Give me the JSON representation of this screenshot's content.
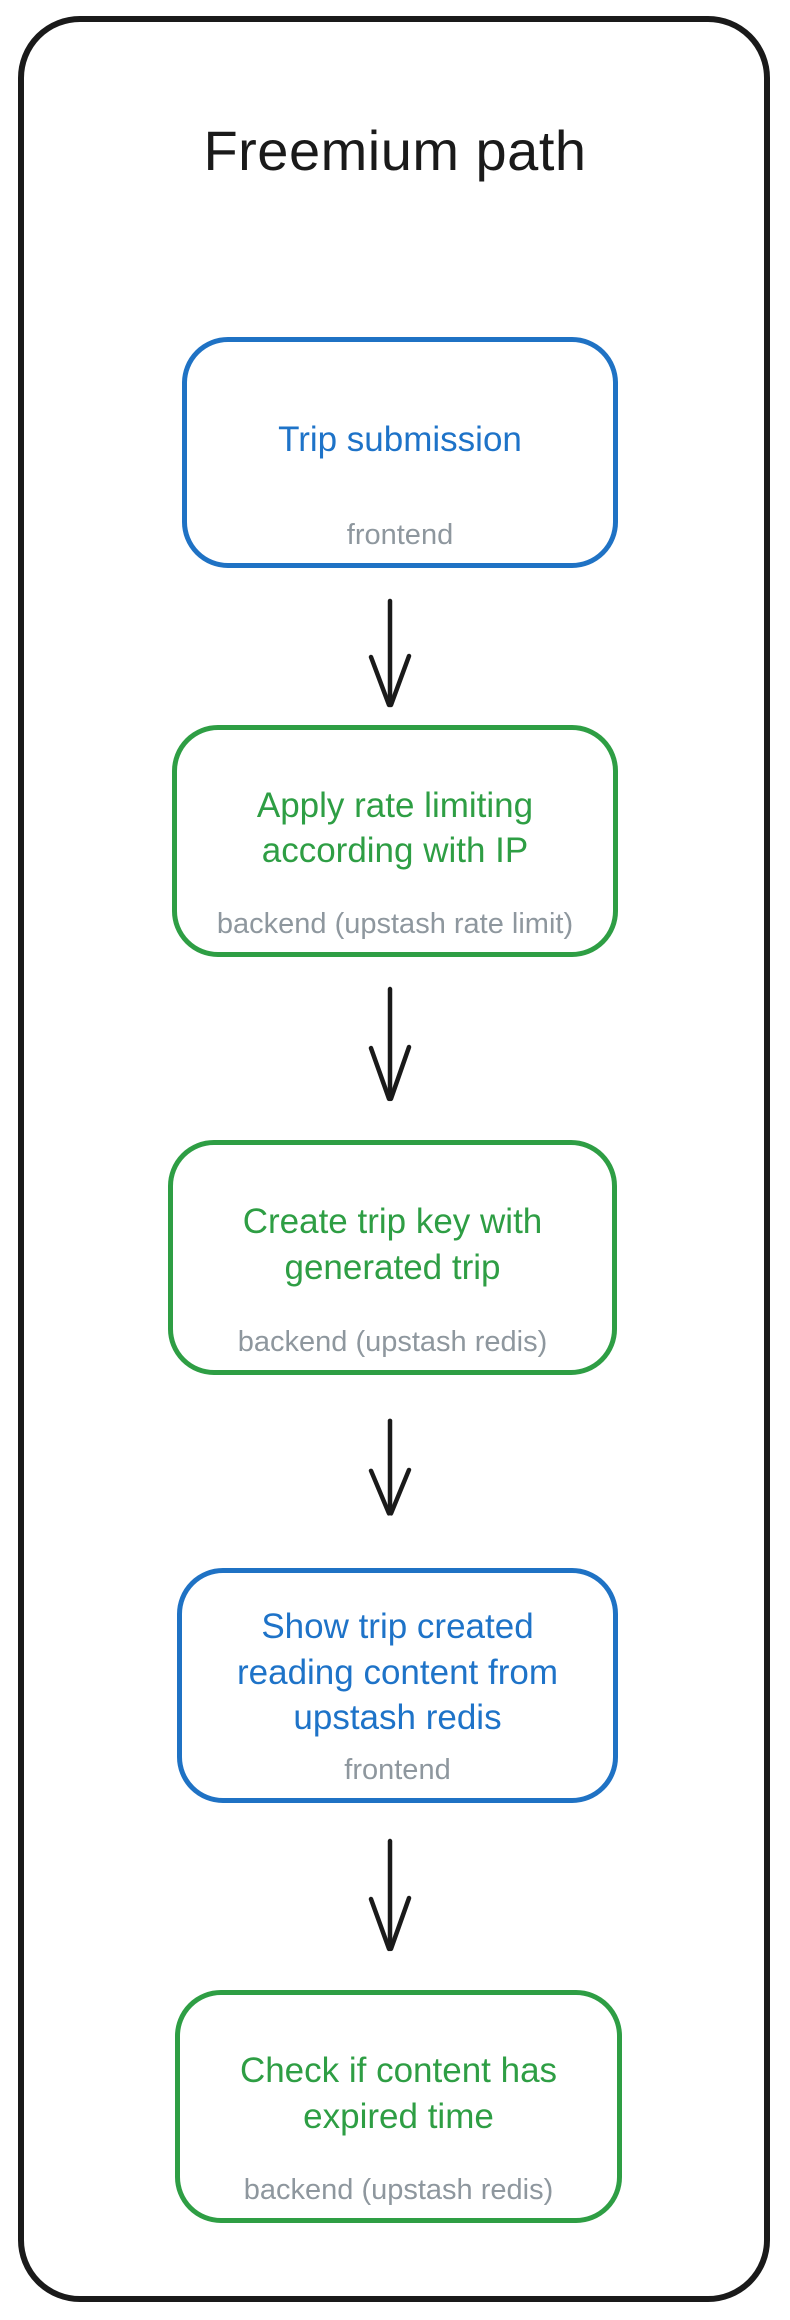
{
  "diagram": {
    "title": "Freemium path",
    "colors": {
      "frame": "#1a1a1a",
      "blue_accent": "#1e73c8",
      "green_accent": "#2e9e44",
      "sublabel_gray": "#8e979e"
    },
    "nodes": [
      {
        "id": "trip-submission",
        "label": "Trip submission",
        "sublabel": "frontend",
        "color": "blue"
      },
      {
        "id": "apply-rate-limiting",
        "label": "Apply rate limiting according with IP",
        "sublabel": "backend (upstash rate limit)",
        "color": "green"
      },
      {
        "id": "create-trip-key",
        "label": "Create trip key with generated trip",
        "sublabel": "backend (upstash redis)",
        "color": "green"
      },
      {
        "id": "show-trip-created",
        "label": "Show trip created reading content from upstash redis",
        "sublabel": "frontend",
        "color": "blue"
      },
      {
        "id": "check-expired-time",
        "label": "Check if content has expired time",
        "sublabel": "backend (upstash redis)",
        "color": "green"
      }
    ],
    "connectors": [
      {
        "from": "trip-submission",
        "to": "apply-rate-limiting",
        "type": "arrow-down"
      },
      {
        "from": "apply-rate-limiting",
        "to": "create-trip-key",
        "type": "arrow-down"
      },
      {
        "from": "create-trip-key",
        "to": "show-trip-created",
        "type": "arrow-down"
      },
      {
        "from": "show-trip-created",
        "to": "check-expired-time",
        "type": "arrow-down"
      }
    ]
  }
}
